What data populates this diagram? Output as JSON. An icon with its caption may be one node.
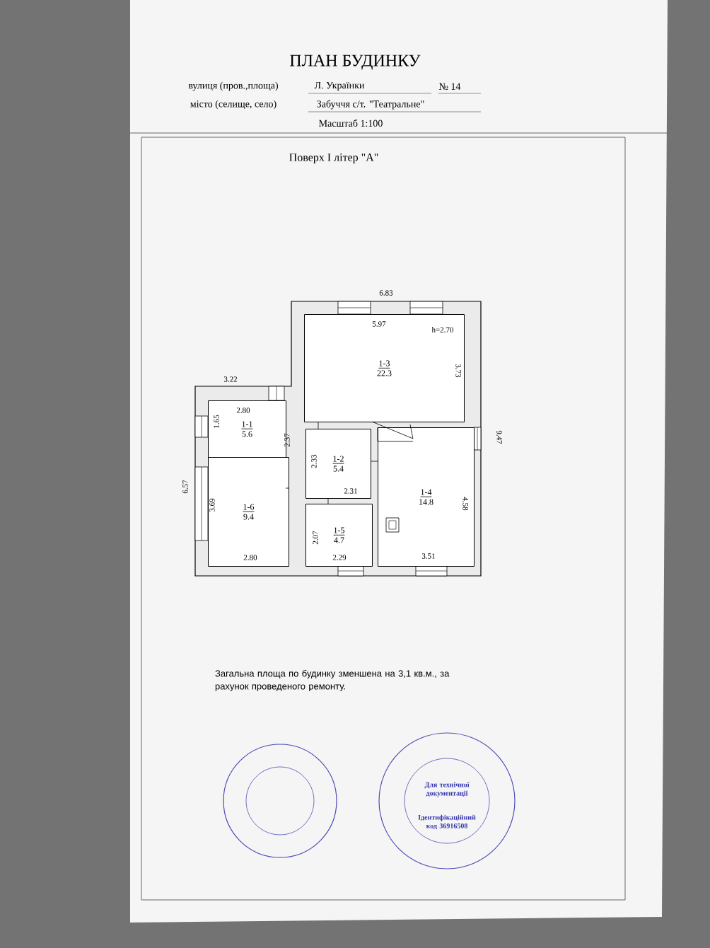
{
  "diagram": {
    "title": "ПЛАН БУДИНКУ",
    "nodes": [
      {
        "text": [
          "1-3",
          "22.3"
        ]
      },
      {
        "text": [
          "1-1",
          "5.6"
        ]
      },
      {
        "text": [
          "1-2",
          "5.4"
        ]
      },
      {
        "text": [
          "1-4",
          "14.8"
        ]
      },
      {
        "text": [
          "1-6",
          "9.4"
        ]
      },
      {
        "text": [
          "1-5",
          "4.7"
        ]
      }
    ],
    "labels": [
      "вулиця (пров.,площа)",
      "Л. Українки",
      "№ 14",
      "місто (селище, село)",
      "Забуччя с/т. \"Театральне\"",
      "Масштаб 1:100",
      "Поверх I літер \"А\"",
      "6.83",
      "5.97",
      "h=2.70",
      "3.73",
      "3.22",
      "2.80",
      "1.65",
      "2.37",
      "9.47",
      "2.33",
      "2.31",
      "4.58",
      "6.57",
      "3.69",
      "2.07",
      "2.80",
      "2.29",
      "3.51",
      "Загальна площа по будинку зменшена на 3,1 кв.м., за рахунок проведеного ремонту.",
      "Для технічної документації",
      "Ідентифікаційний код 36916508"
    ]
  }
}
